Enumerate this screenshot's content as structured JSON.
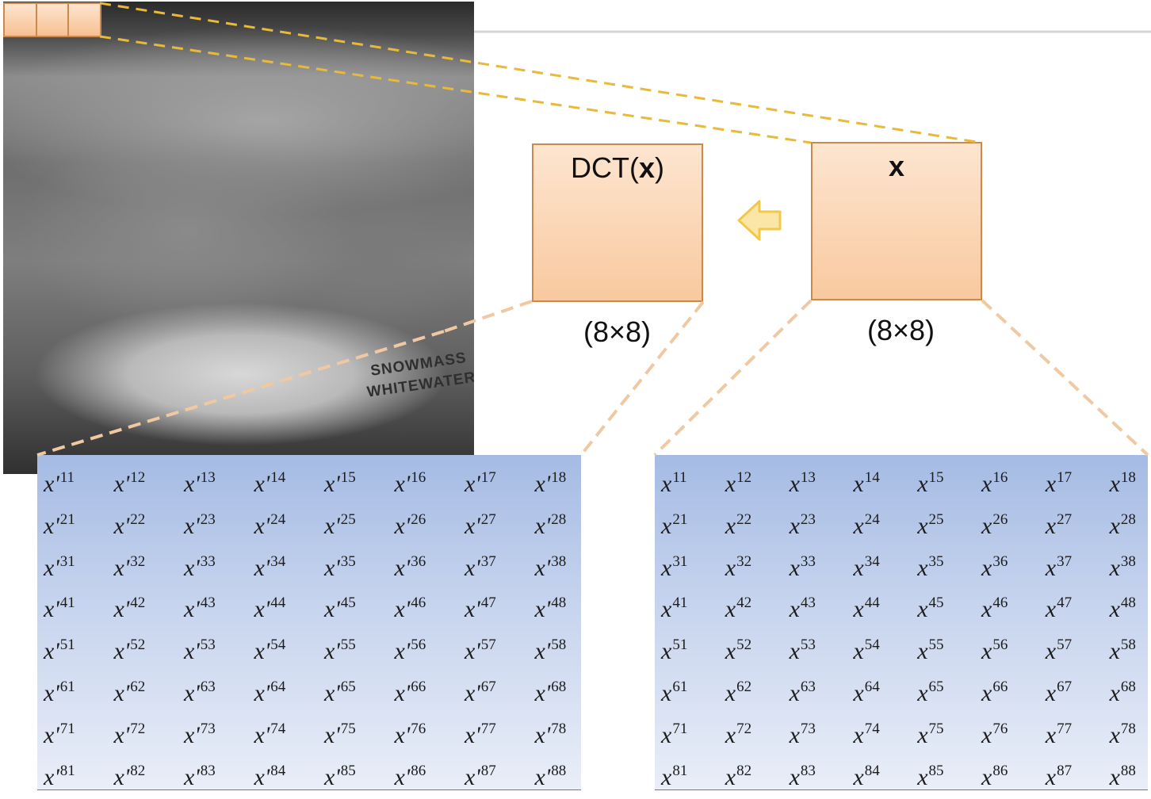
{
  "photo": {
    "caption_lines": [
      "SNOWMASS",
      "WHITEWATER"
    ]
  },
  "dct_box": {
    "label_text": "DCT(",
    "label_bold": "x",
    "label_close": ")"
  },
  "x_box": {
    "label": "x"
  },
  "size_left": "(8×8)",
  "size_right": "(8×8)",
  "arrow": {
    "direction": "left",
    "color": "#f2c84b"
  },
  "colors": {
    "block_fill_top": "#fde5d0",
    "block_fill_bottom": "#f9c99f",
    "block_border": "#c98a4c",
    "yellow_dash": "#e8b93a",
    "tan_dash": "#f0c9a3",
    "matrix_top": "#a5bbe4",
    "matrix_bottom": "#e9eef8"
  },
  "matrix_left": {
    "rows": [
      [
        "x'11",
        "x'12",
        "x'13",
        "x'14",
        "x'15",
        "x'16",
        "x'17",
        "x'18"
      ],
      [
        "x'21",
        "x'22",
        "x'23",
        "x'24",
        "x'25",
        "x'26",
        "x'27",
        "x'28"
      ],
      [
        "x'31",
        "x'32",
        "x'33",
        "x'34",
        "x'35",
        "x'36",
        "x'37",
        "x'38"
      ],
      [
        "x'41",
        "x'42",
        "x'43",
        "x'44",
        "x'45",
        "x'46",
        "x'47",
        "x'48"
      ],
      [
        "x'51",
        "x'52",
        "x'53",
        "x'54",
        "x'55",
        "x'56",
        "x'57",
        "x'58"
      ],
      [
        "x'61",
        "x'62",
        "x'63",
        "x'64",
        "x'65",
        "x'66",
        "x'67",
        "x'68"
      ],
      [
        "x'71",
        "x'72",
        "x'73",
        "x'74",
        "x'75",
        "x'76",
        "x'77",
        "x'78"
      ],
      [
        "x'81",
        "x'82",
        "x'83",
        "x'84",
        "x'85",
        "x'86",
        "x'87",
        "x'88"
      ]
    ]
  },
  "matrix_right": {
    "rows": [
      [
        "x11",
        "x12",
        "x13",
        "x14",
        "x15",
        "x16",
        "x17",
        "x18"
      ],
      [
        "x21",
        "x22",
        "x23",
        "x24",
        "x25",
        "x26",
        "x27",
        "x28"
      ],
      [
        "x31",
        "x32",
        "x33",
        "x34",
        "x35",
        "x36",
        "x37",
        "x38"
      ],
      [
        "x41",
        "x42",
        "x43",
        "x44",
        "x45",
        "x46",
        "x47",
        "x48"
      ],
      [
        "x51",
        "x52",
        "x53",
        "x54",
        "x55",
        "x56",
        "x57",
        "x58"
      ],
      [
        "x61",
        "x62",
        "x63",
        "x64",
        "x65",
        "x66",
        "x67",
        "x68"
      ],
      [
        "x71",
        "x72",
        "x73",
        "x74",
        "x75",
        "x76",
        "x77",
        "x78"
      ],
      [
        "x81",
        "x82",
        "x83",
        "x84",
        "x85",
        "x86",
        "x87",
        "x88"
      ]
    ]
  }
}
